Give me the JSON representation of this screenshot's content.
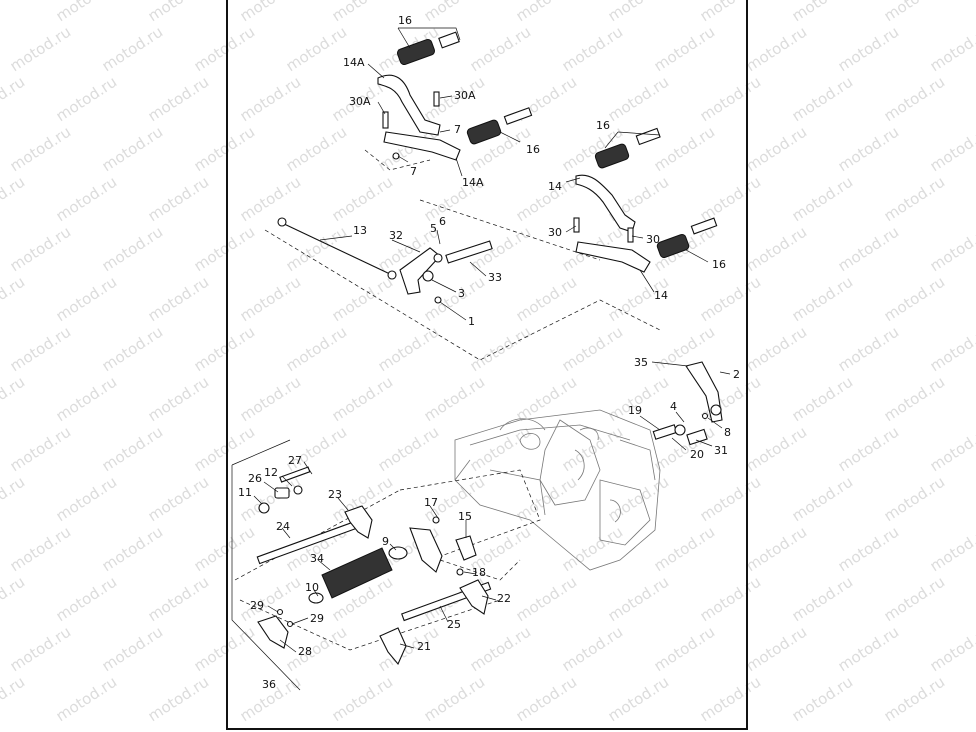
{
  "watermark": {
    "text": "motod.ru"
  },
  "callouts": [
    {
      "id": "c16a",
      "label": "16"
    },
    {
      "id": "c14A1",
      "label": "14A"
    },
    {
      "id": "c30A1",
      "label": "30A"
    },
    {
      "id": "c30A2",
      "label": "30A"
    },
    {
      "id": "c7a",
      "label": "7"
    },
    {
      "id": "c16b",
      "label": "16"
    },
    {
      "id": "c7b",
      "label": "7"
    },
    {
      "id": "c14A2",
      "label": "14A"
    },
    {
      "id": "c16c",
      "label": "16"
    },
    {
      "id": "c14a",
      "label": "14"
    },
    {
      "id": "c13",
      "label": "13"
    },
    {
      "id": "c32",
      "label": "32"
    },
    {
      "id": "c5",
      "label": "5"
    },
    {
      "id": "c6",
      "label": "6"
    },
    {
      "id": "c30a",
      "label": "30"
    },
    {
      "id": "c30b",
      "label": "30"
    },
    {
      "id": "c16d",
      "label": "16"
    },
    {
      "id": "c33",
      "label": "33"
    },
    {
      "id": "c3",
      "label": "3"
    },
    {
      "id": "c14b",
      "label": "14"
    },
    {
      "id": "c1",
      "label": "1"
    },
    {
      "id": "c35",
      "label": "35"
    },
    {
      "id": "c2",
      "label": "2"
    },
    {
      "id": "c19",
      "label": "19"
    },
    {
      "id": "c4",
      "label": "4"
    },
    {
      "id": "c8",
      "label": "8"
    },
    {
      "id": "c20",
      "label": "20"
    },
    {
      "id": "c31",
      "label": "31"
    },
    {
      "id": "c27",
      "label": "27"
    },
    {
      "id": "c12",
      "label": "12"
    },
    {
      "id": "c26",
      "label": "26"
    },
    {
      "id": "c11",
      "label": "11"
    },
    {
      "id": "c23",
      "label": "23"
    },
    {
      "id": "c17",
      "label": "17"
    },
    {
      "id": "c15",
      "label": "15"
    },
    {
      "id": "c24",
      "label": "24"
    },
    {
      "id": "c9",
      "label": "9"
    },
    {
      "id": "c34",
      "label": "34"
    },
    {
      "id": "c10",
      "label": "10"
    },
    {
      "id": "c18",
      "label": "18"
    },
    {
      "id": "c22",
      "label": "22"
    },
    {
      "id": "c29a",
      "label": "29"
    },
    {
      "id": "c29b",
      "label": "29"
    },
    {
      "id": "c25",
      "label": "25"
    },
    {
      "id": "c21",
      "label": "21"
    },
    {
      "id": "c28",
      "label": "28"
    },
    {
      "id": "c36",
      "label": "36"
    }
  ]
}
